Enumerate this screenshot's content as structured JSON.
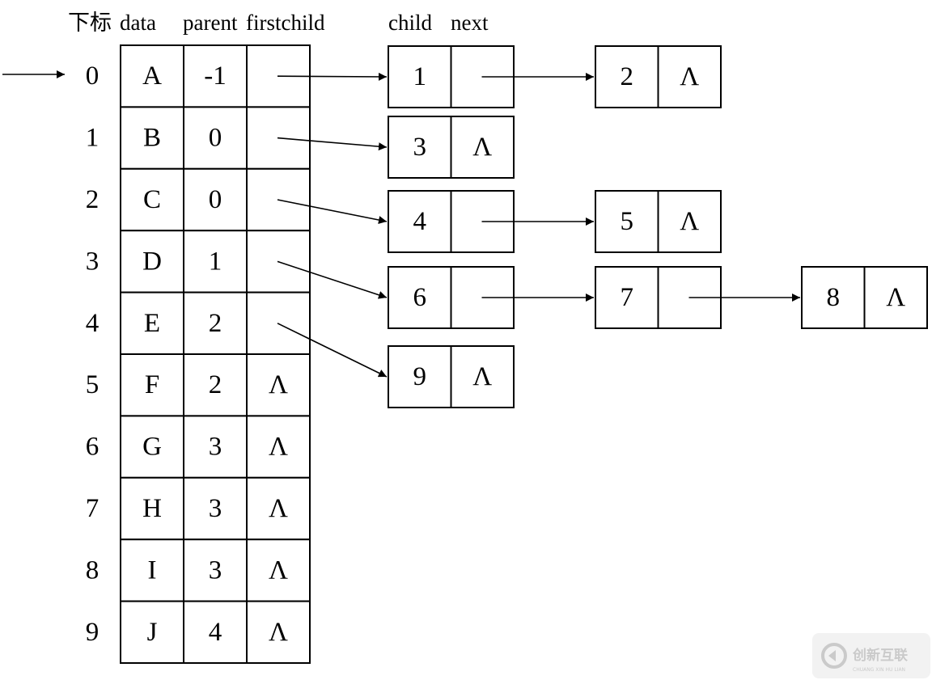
{
  "headers": {
    "index": "下标",
    "data": "data",
    "parent": "parent",
    "firstchild": "firstchild",
    "child": "child",
    "next": "next"
  },
  "rows": [
    {
      "index": "0",
      "data": "A",
      "parent": "-1",
      "firstchild": ""
    },
    {
      "index": "1",
      "data": "B",
      "parent": "0",
      "firstchild": ""
    },
    {
      "index": "2",
      "data": "C",
      "parent": "0",
      "firstchild": ""
    },
    {
      "index": "3",
      "data": "D",
      "parent": "1",
      "firstchild": ""
    },
    {
      "index": "4",
      "data": "E",
      "parent": "2",
      "firstchild": ""
    },
    {
      "index": "5",
      "data": "F",
      "parent": "2",
      "firstchild": "Λ"
    },
    {
      "index": "6",
      "data": "G",
      "parent": "3",
      "firstchild": "Λ"
    },
    {
      "index": "7",
      "data": "H",
      "parent": "3",
      "firstchild": "Λ"
    },
    {
      "index": "8",
      "data": "I",
      "parent": "3",
      "firstchild": "Λ"
    },
    {
      "index": "9",
      "data": "J",
      "parent": "4",
      "firstchild": "Λ"
    }
  ],
  "child_lists": [
    {
      "row": 0,
      "nodes": [
        {
          "child": "1",
          "next": ""
        },
        {
          "child": "2",
          "next": "Λ"
        }
      ]
    },
    {
      "row": 1,
      "nodes": [
        {
          "child": "3",
          "next": "Λ"
        }
      ]
    },
    {
      "row": 2,
      "nodes": [
        {
          "child": "4",
          "next": ""
        },
        {
          "child": "5",
          "next": "Λ"
        }
      ]
    },
    {
      "row": 3,
      "nodes": [
        {
          "child": "6",
          "next": ""
        },
        {
          "child": "7",
          "next": ""
        },
        {
          "child": "8",
          "next": "Λ"
        }
      ]
    },
    {
      "row": 4,
      "nodes": [
        {
          "child": "9",
          "next": "Λ"
        }
      ]
    }
  ],
  "watermark": {
    "text": "创新互联",
    "subtext": "CHUANG XIN HU LIAN"
  },
  "colors": {
    "line": "#000000",
    "background": "#ffffff",
    "watermark": "#a0a0a0"
  }
}
